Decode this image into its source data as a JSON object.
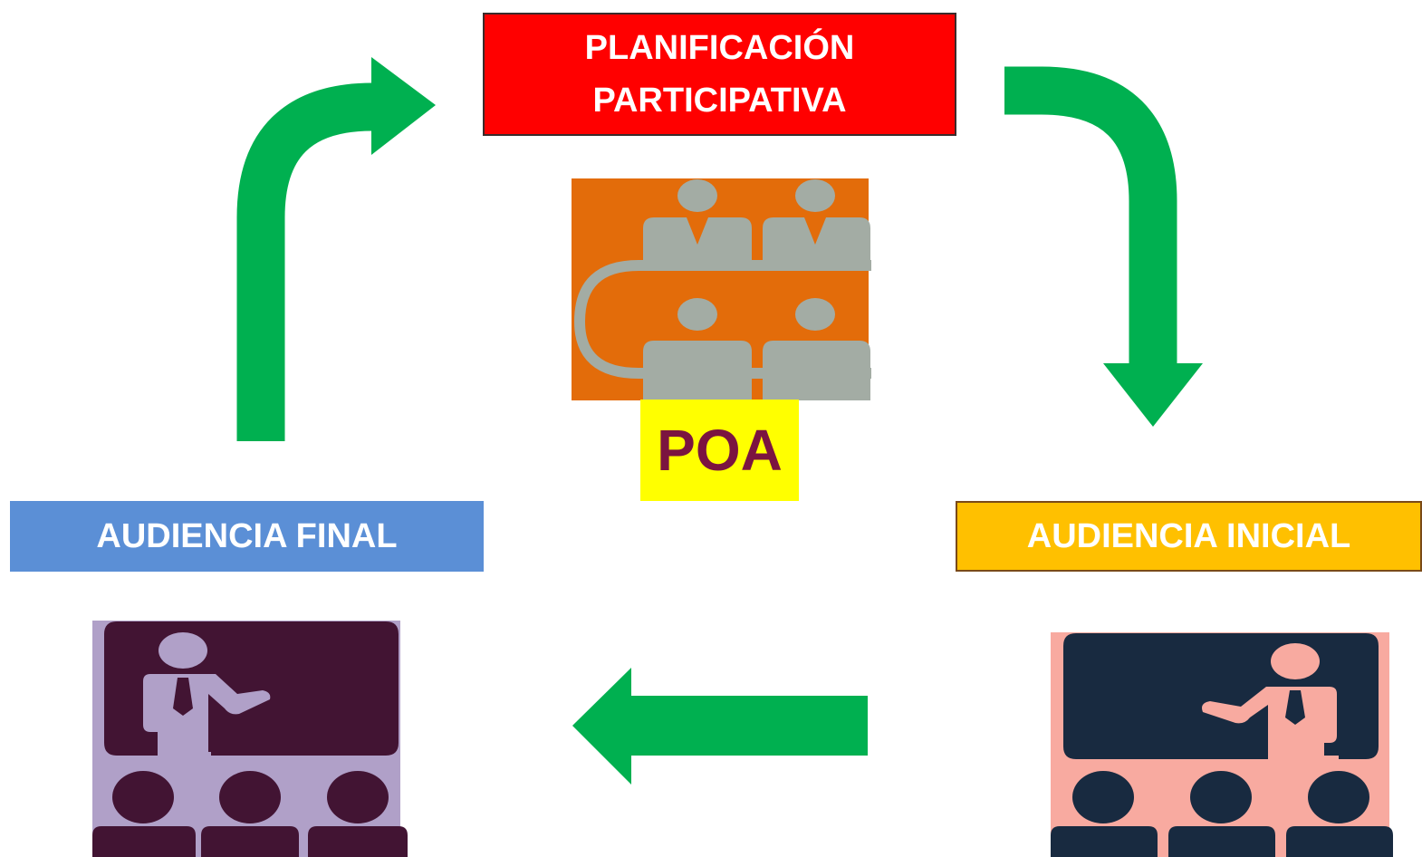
{
  "nodes": {
    "planificacion": {
      "line1": "PLANIFICACIÓN",
      "line2": "PARTICIPATIVA",
      "color": "#ff0000"
    },
    "poa": {
      "label": "POA",
      "label_bg": "#ffff00",
      "label_color": "#7b1440",
      "icon_bg": "#e36c0a",
      "icon_fg": "#a3aca4",
      "icon": "meeting-table-icon"
    },
    "audiencia_final": {
      "label": "AUDIENCIA FINAL",
      "color": "#5b8fd6",
      "icon": "presenter-audience-icon",
      "icon_bg": "#b0a0c8",
      "icon_fg": "#421433"
    },
    "audiencia_inicial": {
      "label": "AUDIENCIA INICIAL",
      "color": "#ffc000",
      "icon": "presenter-audience-icon",
      "icon_bg": "#f8aaa0",
      "icon_fg": "#182a40"
    }
  },
  "arrows": {
    "color": "#00b050",
    "flow": [
      "audiencia_final",
      "planificacion",
      "audiencia_inicial",
      "audiencia_final"
    ]
  }
}
